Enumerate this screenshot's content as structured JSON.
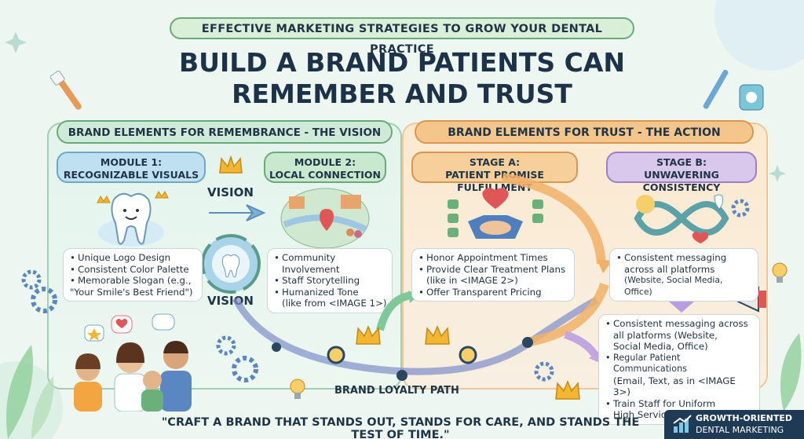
{
  "banner": "EFFECTIVE MARKETING STRATEGIES TO GROW YOUR DENTAL PRACTICE",
  "title_line1": "BUILD A BRAND PATIENTS CAN",
  "title_line2": "REMEMBER AND TRUST",
  "left_panel": {
    "header": "BRAND ELEMENTS FOR REMEMBRANCE - THE VISION",
    "module1": {
      "line1": "MODULE 1:",
      "line2": "RECOGNIZABLE VISUALS",
      "items": [
        "Unique Logo Design",
        "Consistent Color Palette",
        "Memorable Slogan (e.g.,",
        "\"Your Smile's Best Friend\")"
      ]
    },
    "module2": {
      "line1": "MODULE 2:",
      "line2": "LOCAL CONNECTION",
      "items": [
        "Community Involvement",
        "Staff Storytelling",
        "Humanized Tone",
        "(like from <IMAGE 1>)"
      ]
    },
    "vision_top": "VISION",
    "vision_bottom": "VISION"
  },
  "right_panel": {
    "header": "BRAND ELEMENTS FOR TRUST - THE ACTION",
    "stageA": {
      "line1": "STAGE A:",
      "line2": "PATIENT PROMISE FULFILLMENT",
      "items": [
        "Honor Appointment Times",
        "Provide Clear Treatment Plans",
        "(like in <IMAGE 2>)",
        "Offer Transparent Pricing"
      ]
    },
    "stageB": {
      "line1": "STAGE B:",
      "line2": "UNWAVERING CONSISTENCY",
      "items": [
        "Consistent messaging",
        "across all platforms",
        "(Website, Social Media, Office)"
      ]
    },
    "extra_items": [
      "Consistent messaging across",
      "all platforms (Website,",
      "Social Media, Office)",
      "Regular Patient Communications",
      "(Email, Text, as in <IMAGE 3>)",
      "Train Staff for Uniform",
      "High Service."
    ]
  },
  "path_label": "BRAND LOYALTY PATH",
  "quote": "\"CRAFT A BRAND THAT STANDS OUT, STANDS FOR CARE, AND STANDS THE TEST OF TIME.\"",
  "logo": {
    "line1": "GROWTH-ORIENTED",
    "line2": "DENTAL MARKETING"
  },
  "colors": {
    "green": "#6aa97a",
    "orange": "#d9964f",
    "purple": "#9b7fc7",
    "navy": "#1f3a55"
  }
}
